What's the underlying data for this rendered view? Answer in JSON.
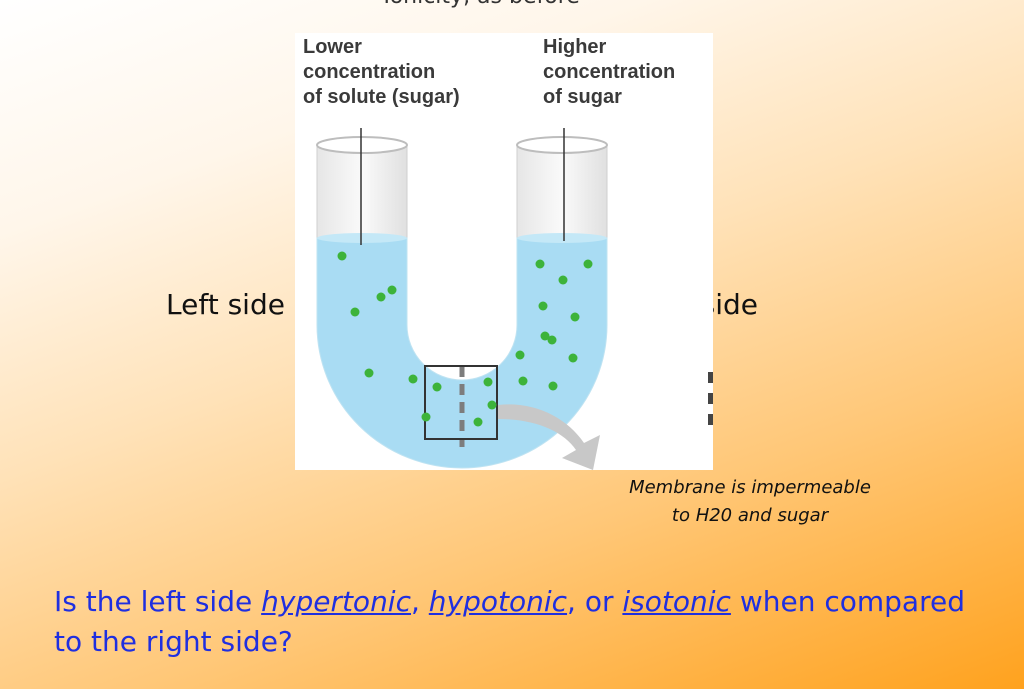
{
  "title_partial": "Tonicity, as before",
  "left_side_label": "Left side",
  "right_side_label": "Right side",
  "figure": {
    "label_lower": "Lower\nconcentration\nof solute (sugar)",
    "label_higher": "Higher\nconcentration\nof sugar"
  },
  "membrane_note": "Membrane is impermeable\nto H20 and sugar",
  "question": {
    "part1": "Is the left side ",
    "term1": "hypertonic",
    "sep1": ", ",
    "term2": "hypotonic",
    "sep2": ", or ",
    "term3": "isotonic",
    "part2": " when compared to the right side?"
  },
  "colors": {
    "liquid": "#a9dcf3",
    "solute": "#3db33a",
    "question_text": "#1f2fe0",
    "arrow": "#c8c8c8"
  }
}
